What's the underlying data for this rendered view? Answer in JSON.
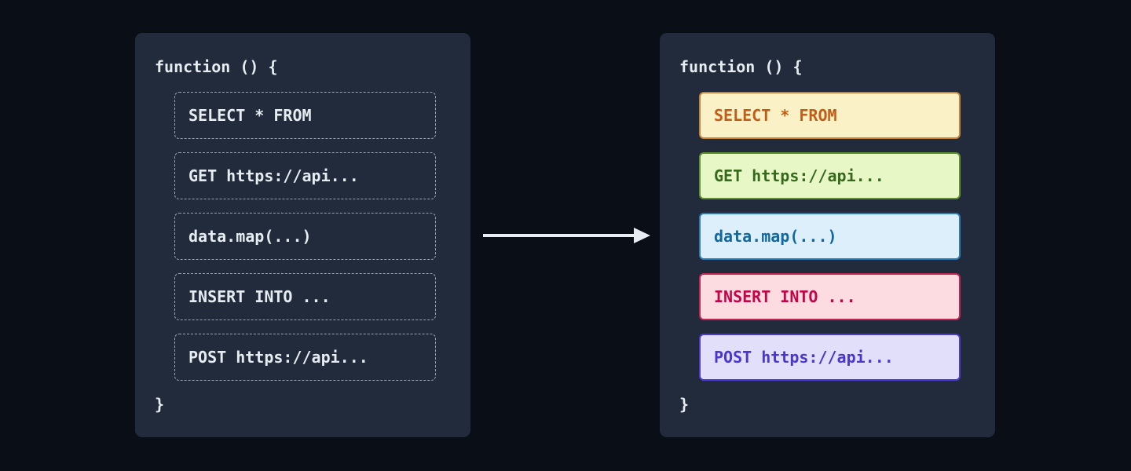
{
  "page": {
    "background": "#0a0e17",
    "panel_background": "#212b3b",
    "panel_text_color": "#e7ecf1",
    "dashed_border_color": "#9aa4b2",
    "arrow_color": "#e8ecf3"
  },
  "left_panel": {
    "title": "function () {",
    "closing_brace": "}",
    "items": [
      {
        "id": "select",
        "label": "SELECT * FROM"
      },
      {
        "id": "get",
        "label": "GET https://api..."
      },
      {
        "id": "map",
        "label": "data.map(...)"
      },
      {
        "id": "insert",
        "label": "INSERT INTO ..."
      },
      {
        "id": "post",
        "label": "POST https://api..."
      }
    ]
  },
  "right_panel": {
    "title": "function () {",
    "closing_brace": "}",
    "items": [
      {
        "id": "select",
        "label": "SELECT * FROM",
        "bg": "#fbf1c7",
        "border": "#c5823a",
        "text": "#c25d17"
      },
      {
        "id": "get",
        "label": "GET https://api...",
        "bg": "#e8f7c6",
        "border": "#61922f",
        "text": "#36691c"
      },
      {
        "id": "map",
        "label": "data.map(...)",
        "bg": "#ddeffb",
        "border": "#2d7cb8",
        "text": "#11689f"
      },
      {
        "id": "insert",
        "label": "INSERT INTO ...",
        "bg": "#fcdce1",
        "border": "#c32450",
        "text": "#c20448"
      },
      {
        "id": "post",
        "label": "POST https://api...",
        "bg": "#e2dffb",
        "border": "#4b3bd2",
        "text": "#4836cf"
      }
    ]
  }
}
